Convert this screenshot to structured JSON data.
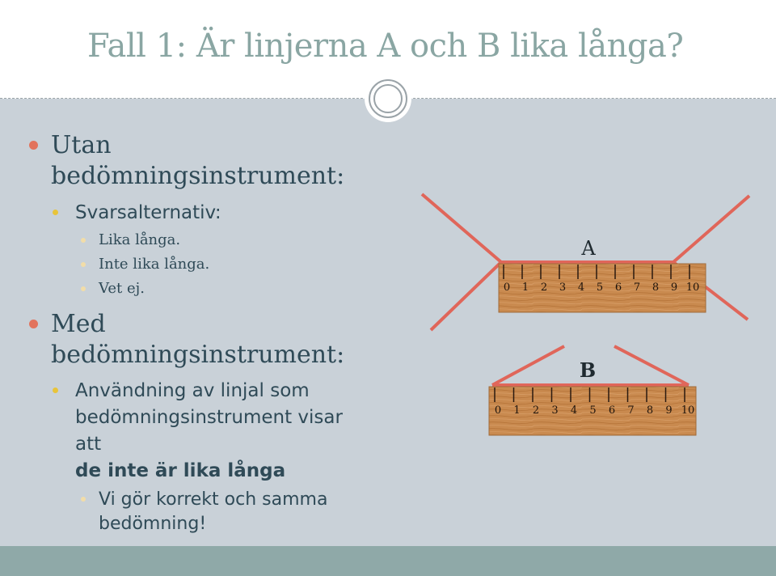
{
  "slide": {
    "title": "Fall 1: Är linjerna A och B lika långa?"
  },
  "content": {
    "bullet1": {
      "line1": "Utan",
      "line2": "bedömningsinstrument:"
    },
    "options_heading": "Svarsalternativ:",
    "options": [
      "Lika långa.",
      "Inte lika långa.",
      "Vet ej."
    ],
    "bullet2": {
      "line1": "Med",
      "line2": "bedömningsinstrument:"
    },
    "usage": {
      "line1": "Användning av linjal som",
      "line2": "bedömningsinstrument visar",
      "line3": "att",
      "emphasis": "de inte är lika långa"
    },
    "conclusion": {
      "line1": "Vi gör korrekt och samma",
      "line2": "bedömning!"
    }
  },
  "figure": {
    "line_a_label": "A",
    "line_b_label": "B",
    "ruler_numbers": [
      "0",
      "1",
      "2",
      "3",
      "4",
      "5",
      "6",
      "7",
      "8",
      "9",
      "10"
    ]
  },
  "colors": {
    "title": "#8aa6a3",
    "content_bg": "#c9d1d8",
    "bottom_bar": "#8fa9a8",
    "text": "#2f4a57",
    "line_red": "#e0665a",
    "ruler_wood": "#c98a4f"
  }
}
